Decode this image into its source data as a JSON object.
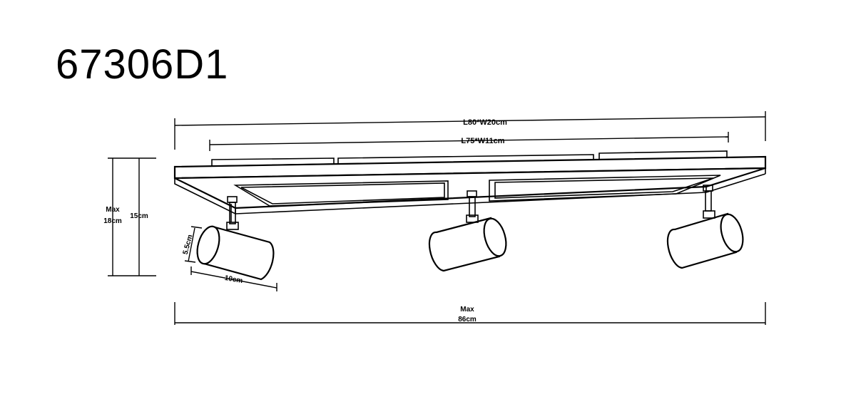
{
  "model_number": "67306D1",
  "dimensions": {
    "overall_plate": "L80*W20cm",
    "inner_frame": "L75*W11cm",
    "height_max_label": "Max",
    "height_max_value": "18cm",
    "height_body": "15cm",
    "spot_diameter": "5.5cm",
    "spot_length": "10cm",
    "total_width_label": "Max",
    "total_width_value": "86cm"
  }
}
